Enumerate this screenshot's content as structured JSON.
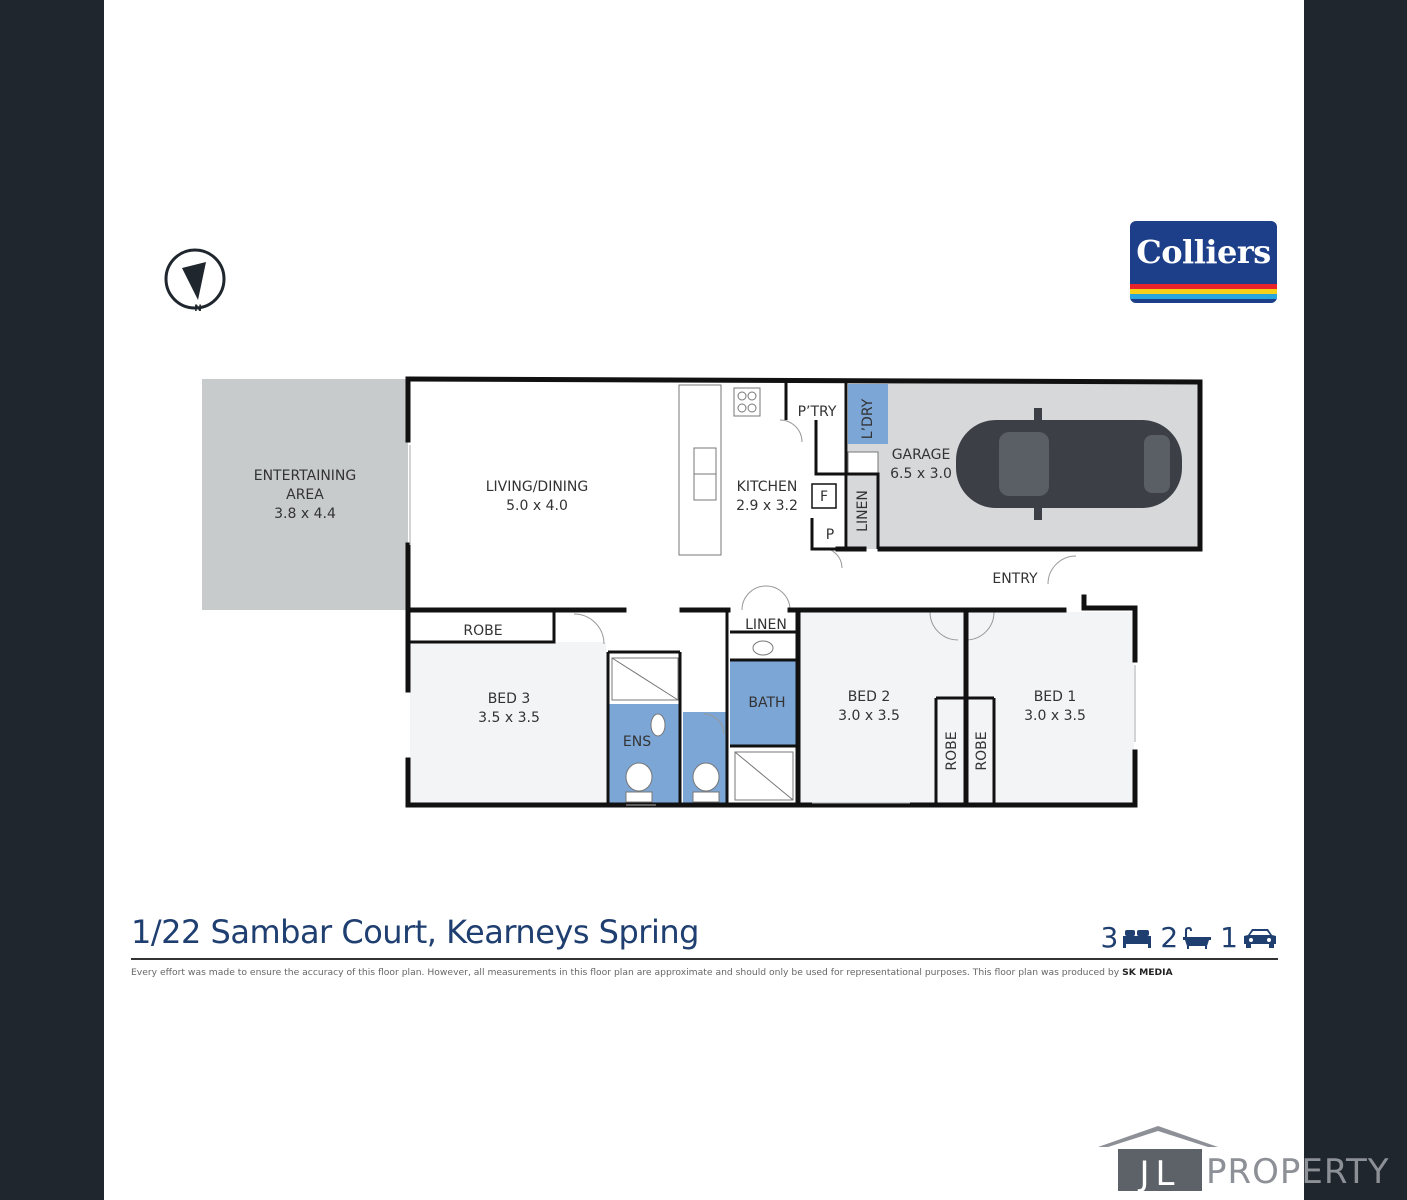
{
  "plan": {
    "rooms": [
      {
        "id": "entertaining",
        "label": "ENTERTAINING",
        "label2": "AREA",
        "dims": "3.8 x 4.4"
      },
      {
        "id": "living",
        "label": "LIVING/DINING",
        "dims": "5.0 x 4.0"
      },
      {
        "id": "kitchen",
        "label": "KITCHEN",
        "dims": "2.9 x 3.2"
      },
      {
        "id": "pantry",
        "label": "P’TRY"
      },
      {
        "id": "laundry",
        "label": "L’DRY"
      },
      {
        "id": "garage",
        "label": "GARAGE",
        "dims": "6.5 x 3.0"
      },
      {
        "id": "linen-garage",
        "label": "LINEN"
      },
      {
        "id": "fridge",
        "label": "F"
      },
      {
        "id": "pantry-small",
        "label": "P"
      },
      {
        "id": "entry",
        "label": "ENTRY"
      },
      {
        "id": "robe-bed3",
        "label": "ROBE"
      },
      {
        "id": "linen-hall",
        "label": "LINEN"
      },
      {
        "id": "bed3",
        "label": "BED 3",
        "dims": "3.5 x 3.5"
      },
      {
        "id": "ensuite",
        "label": "ENS"
      },
      {
        "id": "bath",
        "label": "BATH"
      },
      {
        "id": "bed2",
        "label": "BED 2",
        "dims": "3.0 x 3.5"
      },
      {
        "id": "bed1",
        "label": "BED 1",
        "dims": "3.0 x 3.5"
      },
      {
        "id": "robe-bed2",
        "label": "ROBE"
      },
      {
        "id": "robe-bed1",
        "label": "ROBE"
      }
    ],
    "compass_label": "N"
  },
  "colliers_logo": {
    "text": "Colliers",
    "stripe_colors": [
      "#e8232a",
      "#f7d117",
      "#2aa6df"
    ],
    "background": "#1d3f8a"
  },
  "address": "1/22 Sambar Court, Kearneys Spring",
  "features": {
    "beds": "3",
    "baths": "2",
    "cars": "1"
  },
  "disclaimer": {
    "text": "Every effort was made to ensure the accuracy of this floor plan. However, all measurements in this floor plan are approximate and should only be used for representational purposes. This floor plan was produced by ",
    "credit": "SK MEDIA"
  },
  "agency_logo": {
    "left_letters": "JL",
    "right_text": "PROPERTY"
  },
  "colors": {
    "wet_area": "#7ca6d6",
    "outdoor": "#c8cbcc",
    "room_fill": "#f3f4f6",
    "wall": "#111111",
    "heading": "#1f3f70"
  }
}
